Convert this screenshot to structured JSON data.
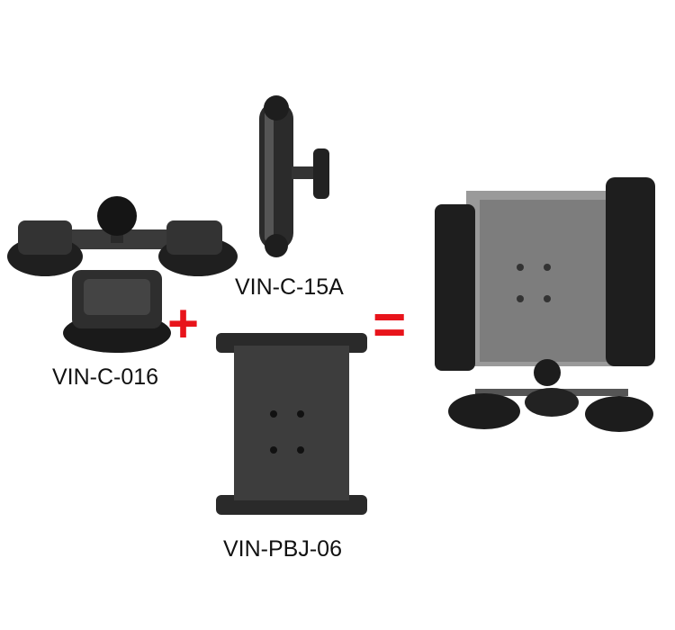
{
  "products": {
    "suction_base": {
      "label": "VIN-C-016"
    },
    "arm": {
      "label": "VIN-C-15A"
    },
    "cradle": {
      "label": "VIN-PBJ-06"
    }
  },
  "operators": {
    "plus": "+",
    "equals": "="
  },
  "colors": {
    "operator": "#e8141b",
    "product": "#2a2a2a"
  }
}
